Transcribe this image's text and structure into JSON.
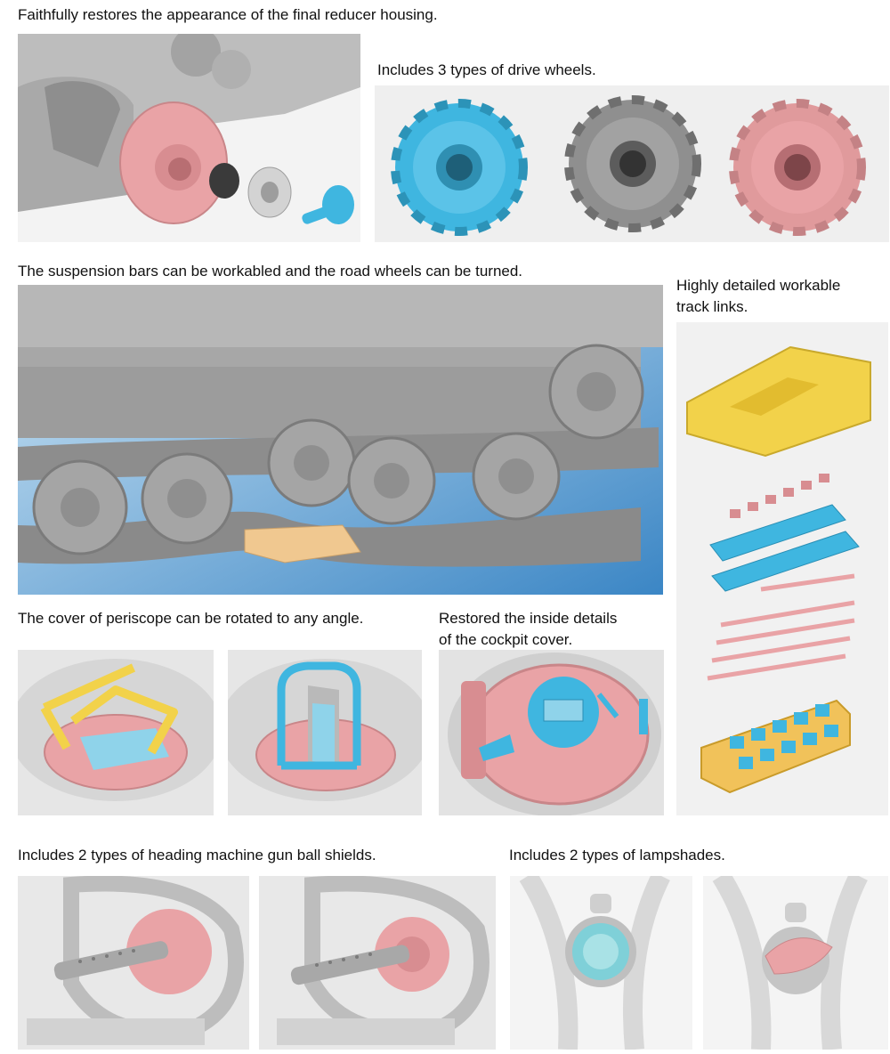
{
  "captions": {
    "reducer": "Faithfully restores the appearance of the final reducer housing.",
    "drive_wheels": "Includes 3 types of drive wheels.",
    "suspension": "The suspension bars can be workabled and the road wheels can be turned.",
    "track_line1": "Highly detailed workable",
    "track_line2": "track links.",
    "periscope": "The cover of periscope can be rotated to any angle.",
    "cockpit_line1": "Restored the inside details",
    "cockpit_line2": "of the cockpit cover.",
    "mg_shields": "Includes 2 types of heading machine gun ball shields.",
    "lampshades": "Includes 2 types of lampshades."
  },
  "colors": {
    "pink": "#e9a3a6",
    "blue": "#3fb6e0",
    "yellow": "#f2d24a",
    "grey": "#b9b9b9",
    "orange": "#f1c25a",
    "tan": "#f0c890"
  }
}
